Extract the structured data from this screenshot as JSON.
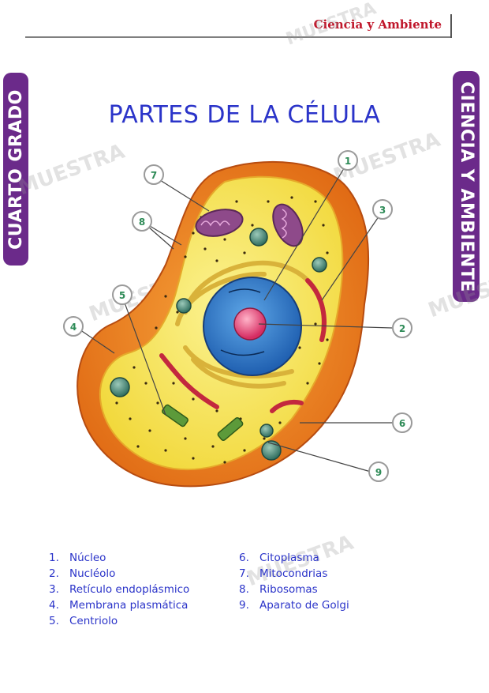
{
  "header": {
    "title": "Ciencia y Ambiente"
  },
  "side_left": {
    "label": "CUARTO GRADO"
  },
  "side_right": {
    "label": "CIENCIA Y AMBIENTE"
  },
  "page_title": "PARTES DE LA CÉLULA",
  "watermark": "MUESTRA",
  "diagram": {
    "callouts": [
      "1",
      "2",
      "3",
      "4",
      "5",
      "6",
      "7",
      "8",
      "9"
    ]
  },
  "legend": [
    {
      "num": "1.",
      "label": "Núcleo"
    },
    {
      "num": "2.",
      "label": "Nucléolo"
    },
    {
      "num": "3.",
      "label": "Retículo endoplásmico"
    },
    {
      "num": "4.",
      "label": "Membrana plasmática"
    },
    {
      "num": "5.",
      "label": "Centriolo"
    },
    {
      "num": "6.",
      "label": "Citoplasma"
    },
    {
      "num": "7.",
      "label": "Mitocondrias"
    },
    {
      "num": "8.",
      "label": "Ribosomas"
    },
    {
      "num": "9.",
      "label": "Aparato de Golgi"
    }
  ]
}
